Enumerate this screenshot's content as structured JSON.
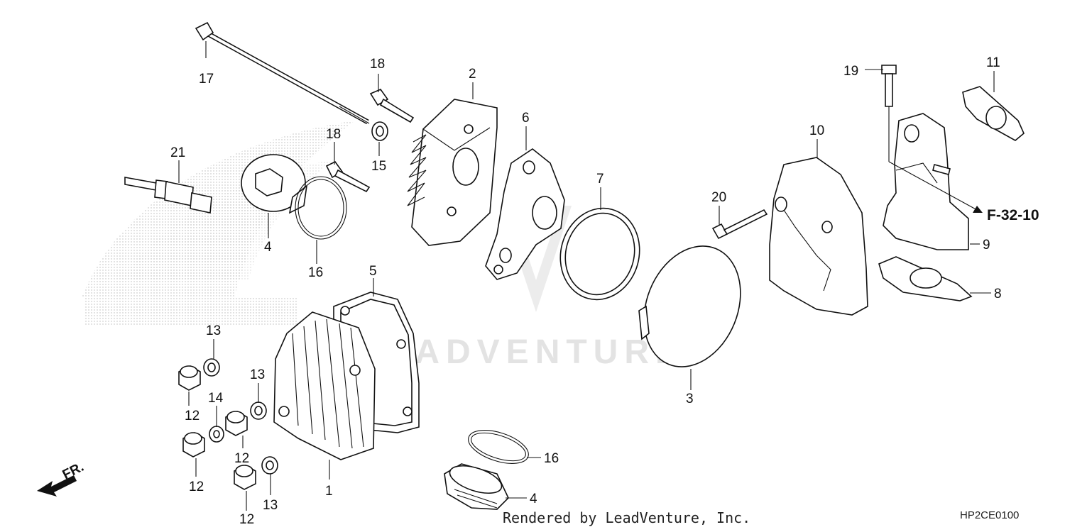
{
  "diagram": {
    "labels": [
      {
        "id": "17",
        "text": "17"
      },
      {
        "id": "18a",
        "text": "18"
      },
      {
        "id": "2",
        "text": "2"
      },
      {
        "id": "6",
        "text": "6"
      },
      {
        "id": "7",
        "text": "7"
      },
      {
        "id": "10",
        "text": "10"
      },
      {
        "id": "19",
        "text": "19"
      },
      {
        "id": "11",
        "text": "11"
      },
      {
        "id": "21",
        "text": "21"
      },
      {
        "id": "18b",
        "text": "18"
      },
      {
        "id": "15",
        "text": "15"
      },
      {
        "id": "20",
        "text": "20"
      },
      {
        "id": "4a",
        "text": "4"
      },
      {
        "id": "16a",
        "text": "16"
      },
      {
        "id": "9",
        "text": "9"
      },
      {
        "id": "8",
        "text": "8"
      },
      {
        "id": "5",
        "text": "5"
      },
      {
        "id": "13a",
        "text": "13"
      },
      {
        "id": "13b",
        "text": "13"
      },
      {
        "id": "14",
        "text": "14"
      },
      {
        "id": "12a",
        "text": "12"
      },
      {
        "id": "12b",
        "text": "12"
      },
      {
        "id": "12c",
        "text": "12"
      },
      {
        "id": "12d",
        "text": "12"
      },
      {
        "id": "13c",
        "text": "13"
      },
      {
        "id": "1",
        "text": "1"
      },
      {
        "id": "3",
        "text": "3"
      },
      {
        "id": "16b",
        "text": "16"
      },
      {
        "id": "4b",
        "text": "4"
      }
    ],
    "reference": "F-32-10",
    "front_marker": "FR.",
    "watermark": "LEADVENTURE",
    "credit": "Rendered by LeadVenture, Inc.",
    "diagram_code": "HP2CE0100"
  }
}
